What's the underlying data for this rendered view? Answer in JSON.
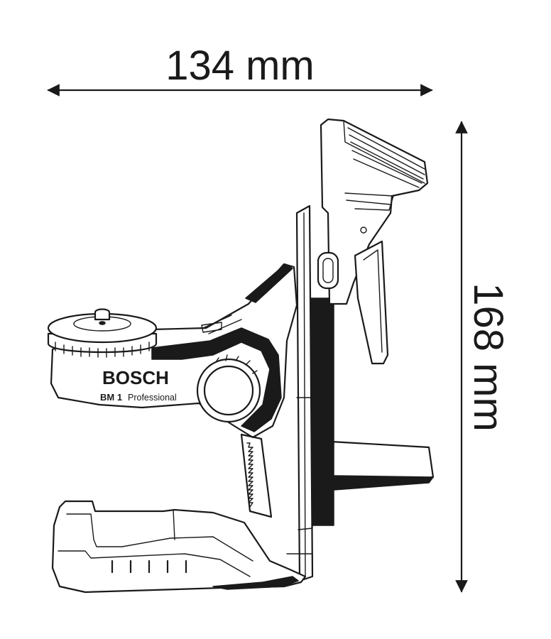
{
  "dimensions": {
    "width_label": "134 mm",
    "height_label": "168 mm"
  },
  "product": {
    "brand": "BOSCH",
    "model": "BM 1",
    "model_suffix": "Professional"
  },
  "colors": {
    "line": "#1a1a1a",
    "background": "#ffffff"
  }
}
